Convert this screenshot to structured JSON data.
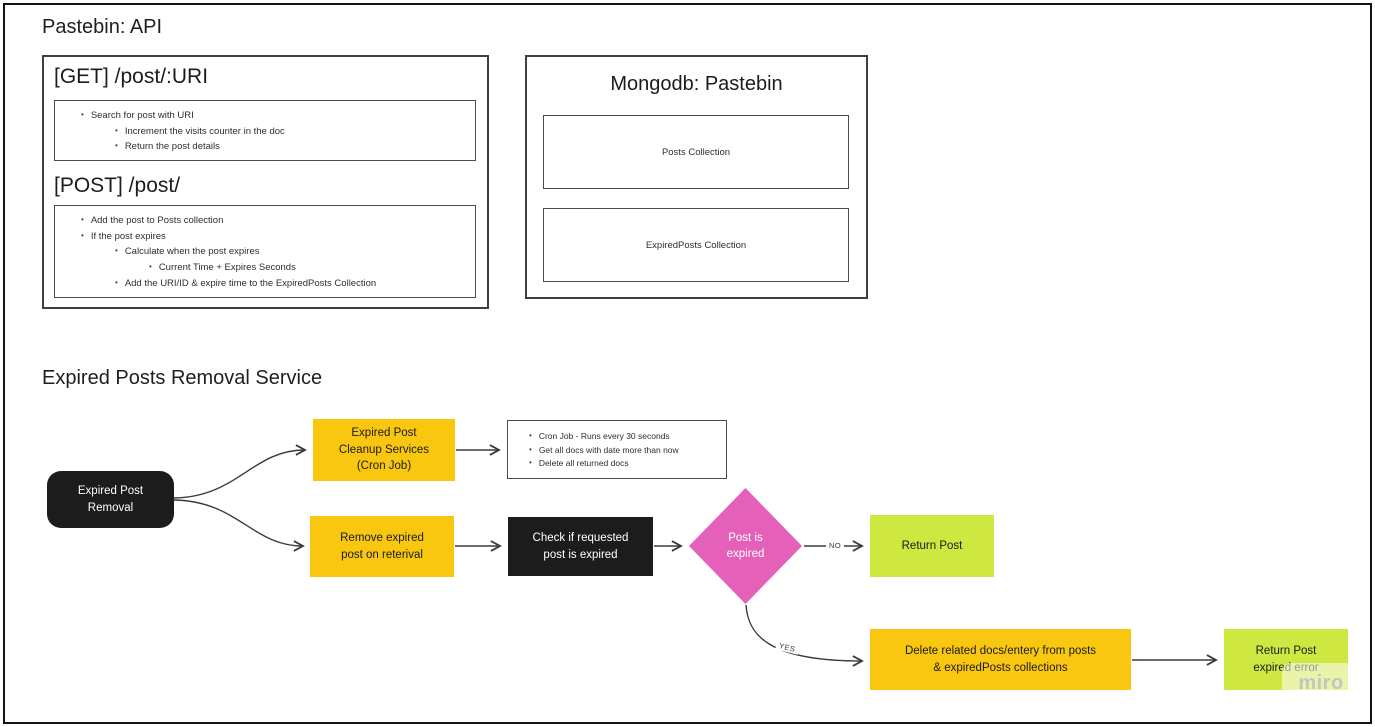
{
  "colors": {
    "yellow": "#FAC710",
    "green": "#CEE741",
    "pink": "#E561B9",
    "node_dark": "#1c1c1c",
    "arrow": "#3b3b3b",
    "border": "#3f3f3f",
    "text": "#1f1f1f",
    "watermark_text": "#c4c4c4"
  },
  "header": {
    "title": "Pastebin: API"
  },
  "api": {
    "get_heading": "[GET] /post/:URI",
    "get_items": [
      "Search for post with URI",
      "Increment the visits counter in the doc",
      "Return the post details"
    ],
    "post_heading": "[POST] /post/",
    "post_items": [
      "Add the post to Posts collection",
      "If the post expires",
      "Calculate when the post expires",
      "Current Time + Expires Seconds",
      "Add the URI/ID & expire time to the ExpiredPosts Collection"
    ]
  },
  "mongo": {
    "title": "Mongodb: Pastebin",
    "posts_label": "Posts Collection",
    "expired_label": "ExpiredPosts Collection"
  },
  "flow": {
    "section_title": "Expired Posts Removal Service",
    "start_lines": [
      "Expired Post",
      "Removal"
    ],
    "cleanup_lines": [
      "Expired Post",
      "Cleanup Services",
      "(Cron Job)"
    ],
    "cron_notes": [
      "Cron Job - Runs every 30 seconds",
      "Get all docs with date more than now",
      "Delete all returned docs"
    ],
    "remove_lines": [
      "Remove expired",
      "post on reterival"
    ],
    "check_lines": [
      "Check if requested",
      "post is expired"
    ],
    "decision_lines": [
      "Post is",
      "expired"
    ],
    "no_label": "NO",
    "yes_label": "YES",
    "return_post_label": "Return Post",
    "delete_lines": [
      "Delete related docs/entery from posts",
      "& expiredPosts collections"
    ],
    "return_error_lines": [
      "Return Post",
      "expired error"
    ]
  },
  "watermark": "miro"
}
